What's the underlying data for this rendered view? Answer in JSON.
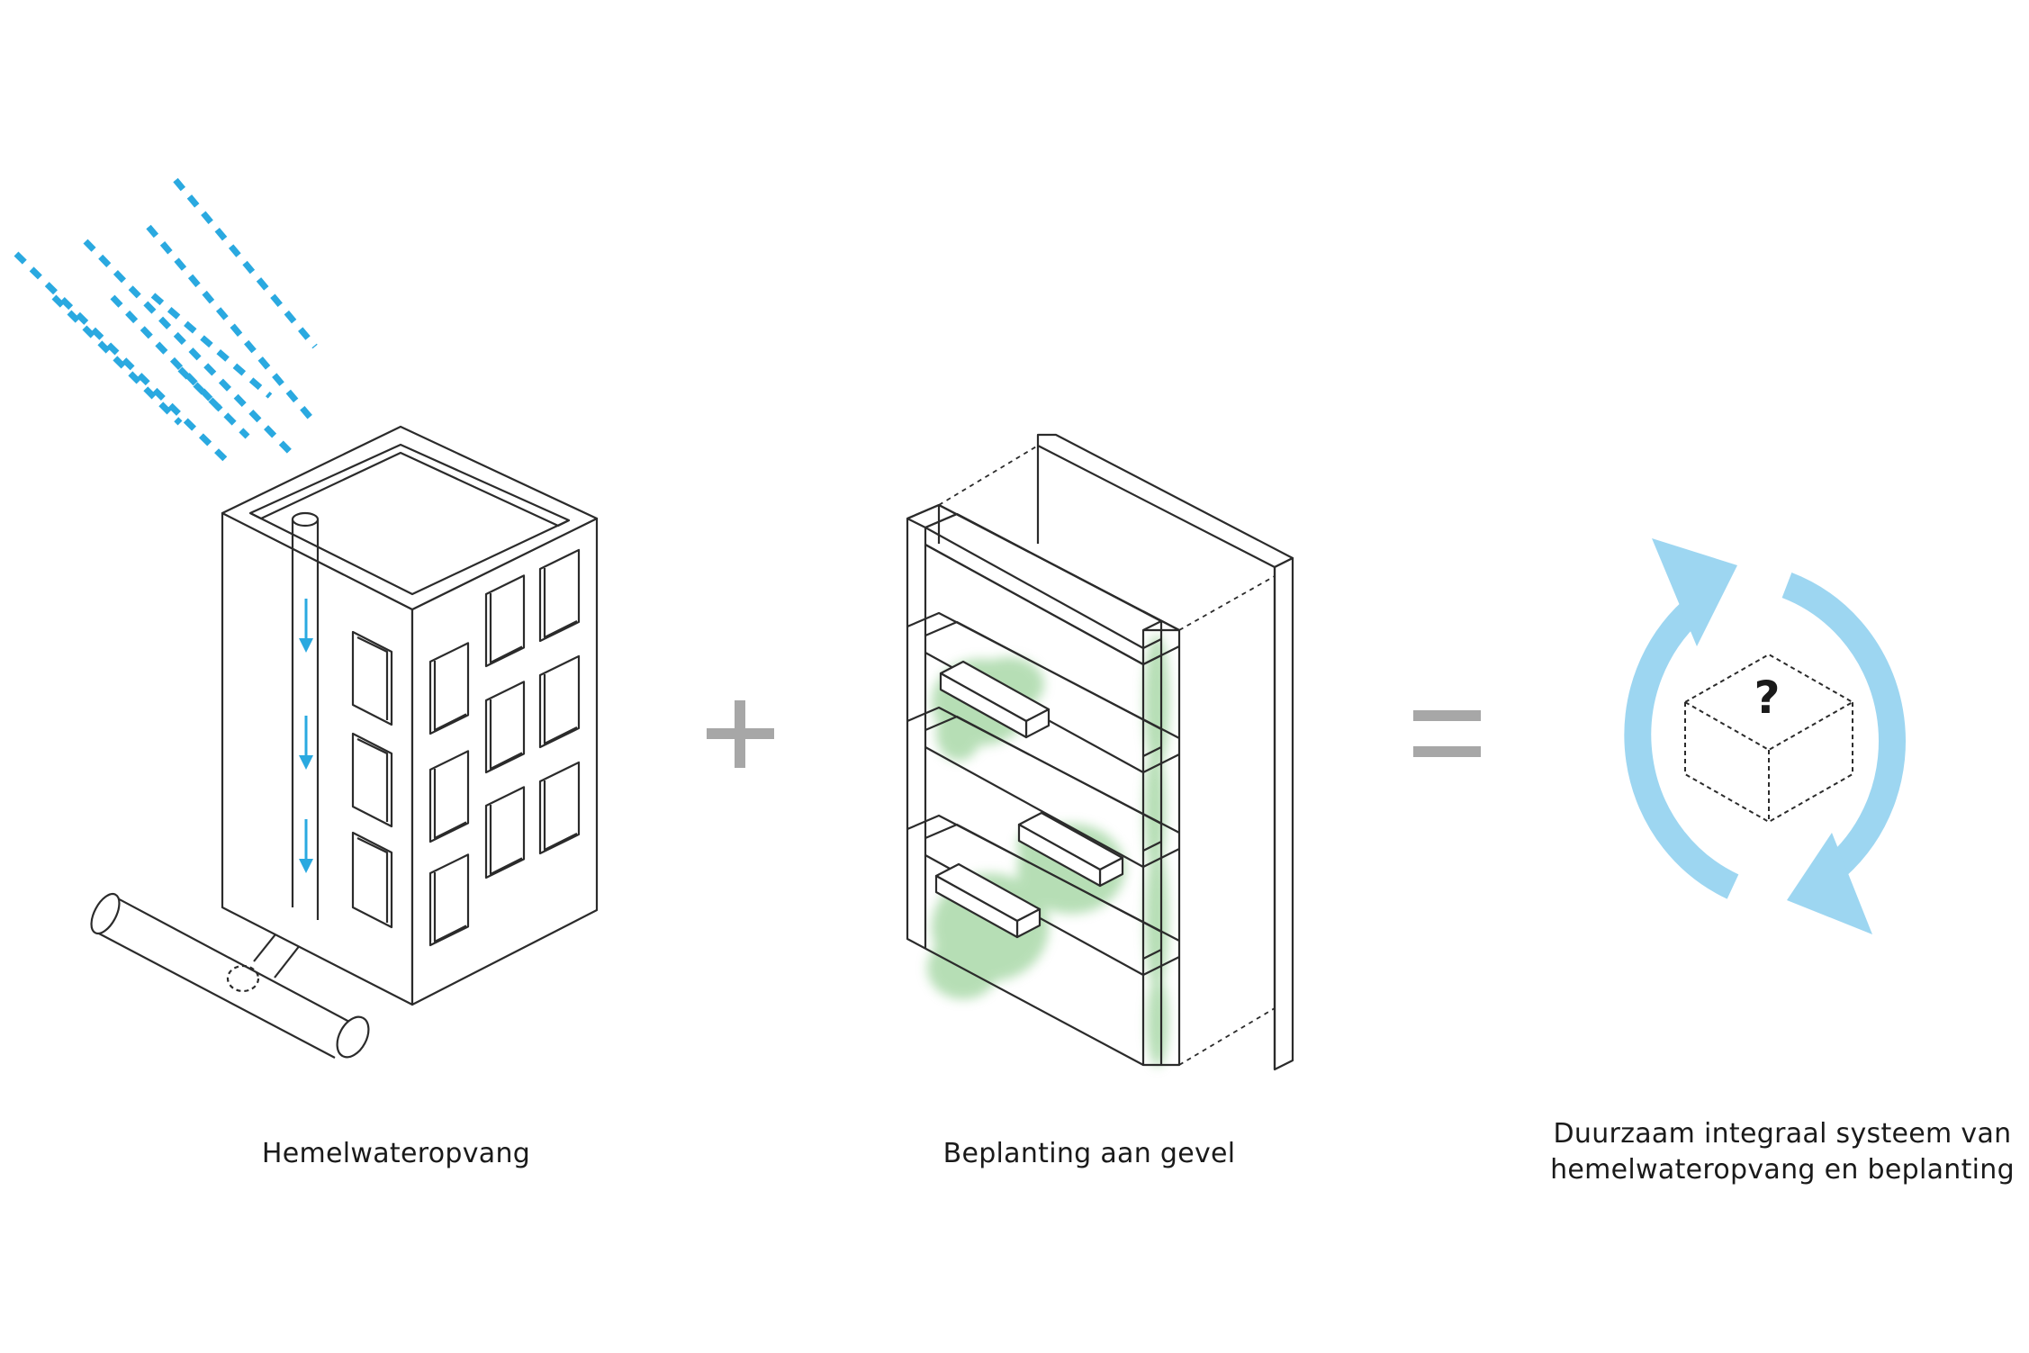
{
  "panels": [
    {
      "label": "Hemelwateropvang"
    },
    {
      "label": "Beplanting aan gevel"
    },
    {
      "label_lines": [
        "Duurzaam integraal systeem van",
        "hemelwateropvang en beplanting"
      ],
      "symbol": "?"
    }
  ],
  "operators": {
    "plus": "+",
    "equals": "="
  },
  "icons": {
    "rain": "rain-icon",
    "downpipe_arrow": "arrow-down-icon",
    "cycle": "cycle-arrows-icon",
    "unknown_box": "dashed-cube-icon"
  },
  "colors": {
    "water": "#2aa9e0",
    "cycle": "#9dd6f1",
    "plant": "#7cc47a",
    "operator": "#a7a7a7",
    "outline": "#2b2b2b"
  }
}
